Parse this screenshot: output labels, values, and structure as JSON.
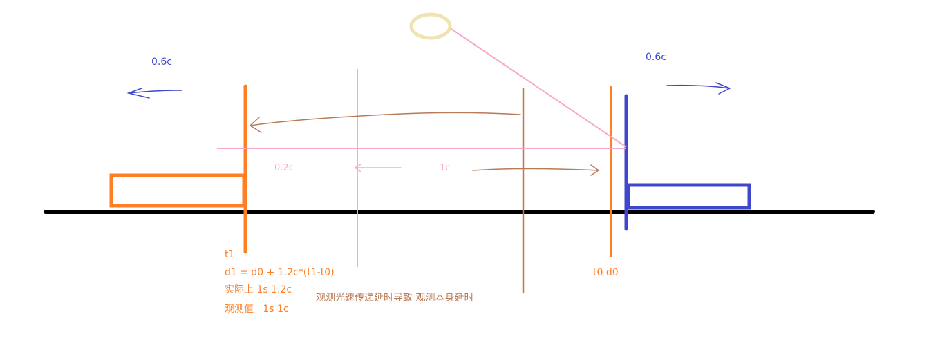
{
  "colors": {
    "ground": "#000000",
    "orange": "#ff7f27",
    "blue": "#3f48cc",
    "pink": "#f8a8c8",
    "brown": "#b97a57",
    "ring": "#efe4b0",
    "blue_text": "#3f48cc",
    "pink_text": "#f8a8c8",
    "brown_text": "#b97a57",
    "orange_text": "#ff7f27"
  },
  "labels": {
    "speed_left": "0.6c",
    "speed_right": "0.6c",
    "dist_pink": "0.2c",
    "dist_brown": "1c",
    "t0_d0": "t0 d0",
    "t1": "t1",
    "formula": "d1 = d0 + 1.2c*(t1-t0)",
    "actual": "实际上 1s 1.2c",
    "observed": "观测值   1s 1c",
    "note": "观测光速传递延时导致 观测本身延时"
  }
}
